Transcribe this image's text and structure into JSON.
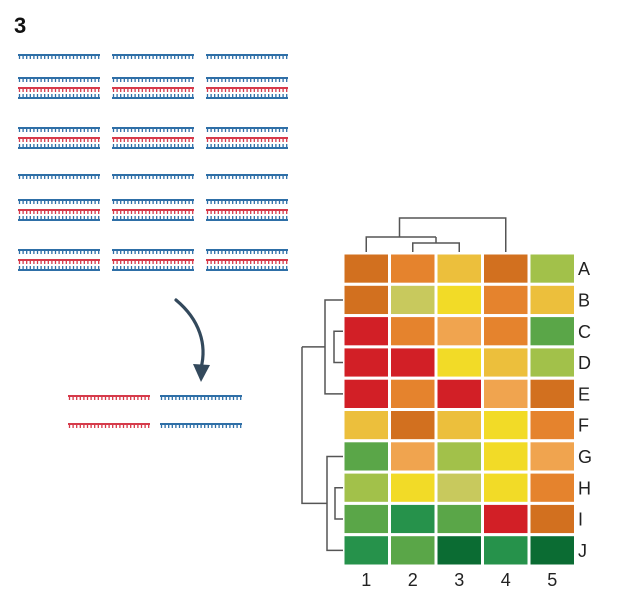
{
  "panel": {
    "number": "3"
  },
  "colors": {
    "blue": "#2e6fa7",
    "red": "#d63a4a",
    "arrow": "#33495c",
    "dendrogram": "#555555",
    "cell_border": "#ffffff"
  },
  "strand_library": {
    "columns": 3,
    "groups": [
      {
        "strands": [
          "blue"
        ]
      },
      {
        "strands": [
          "blue",
          "red",
          "blue"
        ]
      },
      {
        "strands": [
          "blue",
          "red",
          "blue"
        ]
      },
      {
        "strands": [
          "blue"
        ]
      },
      {
        "strands": [
          "blue",
          "red",
          "blue"
        ]
      },
      {
        "strands": [
          "blue",
          "red",
          "blue"
        ]
      }
    ]
  },
  "selected_pairs": [
    {
      "left": "red",
      "right": "blue"
    },
    {
      "left": "red",
      "right": "blue"
    }
  ],
  "heatmap": {
    "row_labels": [
      "A",
      "B",
      "C",
      "D",
      "E",
      "F",
      "G",
      "H",
      "I",
      "J"
    ],
    "col_labels": [
      "1",
      "2",
      "3",
      "4",
      "5"
    ],
    "cells": [
      [
        "#d2701f",
        "#e5832d",
        "#ecbf3c",
        "#d2701f",
        "#a2c14a"
      ],
      [
        "#d2701f",
        "#c8c95d",
        "#f2db27",
        "#e5832d",
        "#ecbf3c"
      ],
      [
        "#d21f26",
        "#e5832d",
        "#f0a44f",
        "#e5832d",
        "#5aa648"
      ],
      [
        "#d21f26",
        "#d21f26",
        "#f2db27",
        "#ecbf3c",
        "#a2c14a"
      ],
      [
        "#d21f26",
        "#e5832d",
        "#d21f26",
        "#f0a44f",
        "#d2701f"
      ],
      [
        "#ecbf3c",
        "#d2701f",
        "#ecbf3c",
        "#f2db27",
        "#e5832d"
      ],
      [
        "#5aa648",
        "#f0a44f",
        "#a2c14a",
        "#f2db27",
        "#f0a44f"
      ],
      [
        "#a2c14a",
        "#f2db27",
        "#c8c95d",
        "#f2db27",
        "#e5832d"
      ],
      [
        "#5aa648",
        "#26924b",
        "#5aa648",
        "#d21f26",
        "#d2701f"
      ],
      [
        "#26924b",
        "#5aa648",
        "#0b6c33",
        "#26924b",
        "#0b6c33"
      ]
    ]
  }
}
